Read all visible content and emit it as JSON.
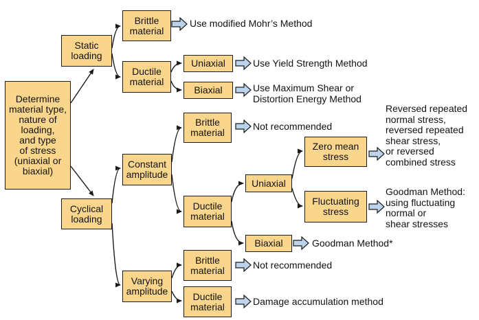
{
  "colors": {
    "box_fill": "#FAD58C",
    "box_border": "#1a1a1a",
    "output_arrow_fill": "#BCD3EC",
    "line": "#1a1a1a"
  },
  "nodes": {
    "determine": "Determine\nmaterial type,\nnature of\nloading,\nand type\nof stress\n(uniaxial or\nbiaxial)",
    "static": "Static\nloading",
    "cyclical": "Cyclical\nloading",
    "static_brittle": "Brittle\nmaterial",
    "static_ductile": "Ductile\nmaterial",
    "static_uniaxial": "Uniaxial",
    "static_biaxial": "Biaxial",
    "constant": "Constant\namplitude",
    "varying": "Varying\namplitude",
    "const_brittle": "Brittle\nmaterial",
    "const_ductile": "Ductile\nmaterial",
    "const_uniaxial": "Uniaxial",
    "const_biaxial": "Biaxial",
    "zero_mean": "Zero mean\nstress",
    "fluctuating": "Fluctuating\nstress",
    "vary_brittle": "Brittle\nmaterial",
    "vary_ductile": "Ductile\nmaterial"
  },
  "results": {
    "mohr": "Use modified Mohr’s Method",
    "yield": "Use Yield Strength Method",
    "max_shear": "Use Maximum Shear or\nDistortion Energy Method",
    "not_rec_1": "Not recommended",
    "reversed": "Reversed repeated\nnormal stress,\nreversed repeated\nshear stress,\nor reversed\ncombined stress",
    "goodman_fluct": "Goodman Method:\nusing fluctuating\nnormal or\nshear stresses",
    "goodman_star": "Goodman Method*",
    "not_rec_2": "Not recommended",
    "damage": "Damage accumulation method"
  }
}
